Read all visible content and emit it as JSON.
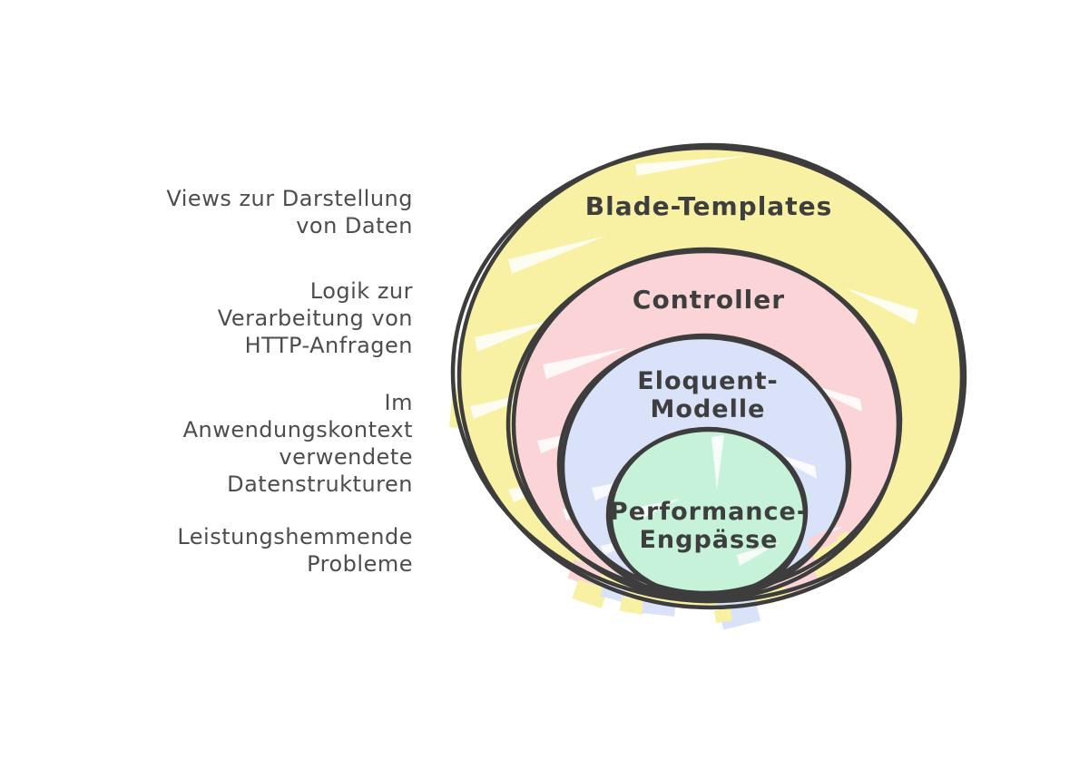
{
  "diagram": {
    "type": "nested-circles",
    "rings": [
      {
        "id": "blade-templates",
        "label": "Blade-Templates",
        "annotation": "Views zur Darstellung\nvon Daten",
        "fill": "#F8F0A3"
      },
      {
        "id": "controller",
        "label": "Controller",
        "annotation": "Logik zur\nVerarbeitung von\nHTTP-Anfragen",
        "fill": "#FAD4D7"
      },
      {
        "id": "eloquent-modelle",
        "label": "Eloquent-\nModelle",
        "annotation": "Im\nAnwendungskontext\nverwendete\nDatenstrukturen",
        "fill": "#D9E2F8"
      },
      {
        "id": "performance-engpaesse",
        "label": "Performance-\nEngpässe",
        "annotation": "Leistungshemmende\nProbleme",
        "fill": "#C7F2DA"
      }
    ],
    "style": {
      "stroke_color": "#3d3d3d",
      "label_color": "#3e3e3e",
      "annotation_color": "#4d4d4d",
      "background": "#ffffff"
    }
  }
}
